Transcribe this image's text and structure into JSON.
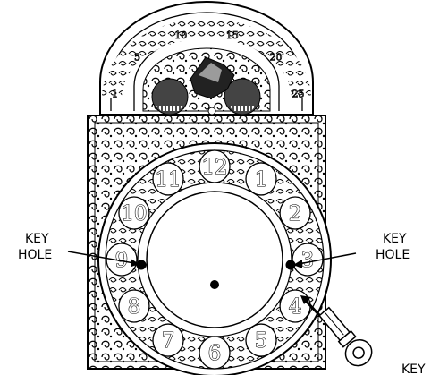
{
  "labels": {
    "key_hole_left_line1": "KEY",
    "key_hole_left_line2": "HOLE",
    "key_hole_right_line1": "KEY",
    "key_hole_right_line2": "HOLE",
    "key": "KEY"
  },
  "dial_numerals": [
    "12",
    "1",
    "2",
    "3",
    "4",
    "5",
    "6",
    "7",
    "8",
    "9",
    "10",
    "11"
  ],
  "arch_numerals": [
    "1",
    "5",
    "10",
    "15",
    "20",
    "25"
  ]
}
